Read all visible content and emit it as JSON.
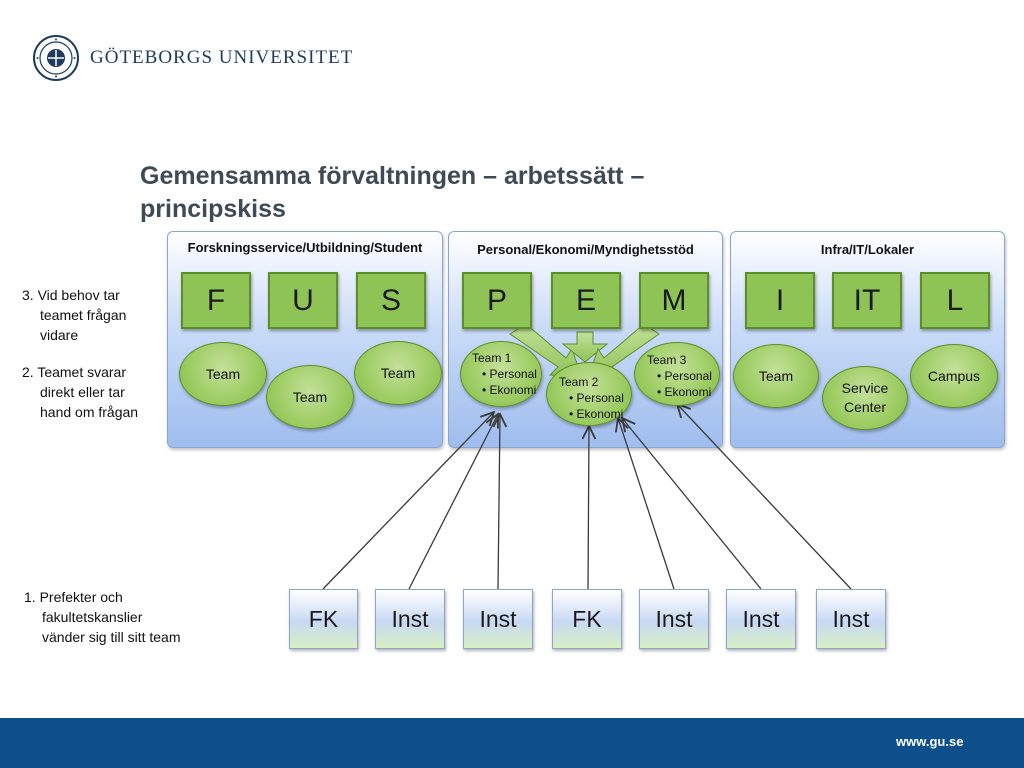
{
  "header": {
    "university_name": "GÖTEBORGS UNIVERSITET",
    "logo_icon": "university-seal-icon"
  },
  "slide": {
    "title_line1": "Gemensamma förvaltningen – arbetssätt –",
    "title_line2": "principskiss"
  },
  "panels": [
    {
      "title": "Forskningsservice/Utbildning/Student",
      "letters": [
        "F",
        "U",
        "S"
      ],
      "teams": [
        "Team",
        "Team",
        "Team"
      ]
    },
    {
      "title": "Personal/Ekonomi/Myndighetsstöd",
      "letters": [
        "P",
        "E",
        "M"
      ],
      "teams": [
        {
          "name": "Team 1",
          "items": [
            "Personal",
            "Ekonomi"
          ]
        },
        {
          "name": "Team 2",
          "items": [
            "Personal",
            "Ekonomi"
          ]
        },
        {
          "name": "Team 3",
          "items": [
            "Personal",
            "Ekonomi"
          ]
        }
      ]
    },
    {
      "title": "Infra/IT/Lokaler",
      "letters": [
        "I",
        "IT",
        "L"
      ],
      "teams": [
        "Team",
        "Service Center",
        "Campus"
      ]
    }
  ],
  "units": [
    "FK",
    "Inst",
    "Inst",
    "FK",
    "Inst",
    "Inst",
    "Inst"
  ],
  "notes": {
    "step3_line1": "3. Vid behov tar",
    "step3_line2": "teamet frågan",
    "step3_line3": "vidare",
    "step2_line1": "2. Teamet svarar",
    "step2_line2": "direkt eller tar",
    "step2_line3": "hand om frågan",
    "step1_line1": "1. Prefekter och",
    "step1_line2": "fakultetskanslier",
    "step1_line3": "vänder sig till sitt team"
  },
  "footer": {
    "url": "www.gu.se"
  },
  "colors": {
    "footer_bar": "#0d4f8b",
    "box_green": "#8ec356",
    "panel_blue": "#9fbdee",
    "title_gray": "#3e4a55"
  }
}
